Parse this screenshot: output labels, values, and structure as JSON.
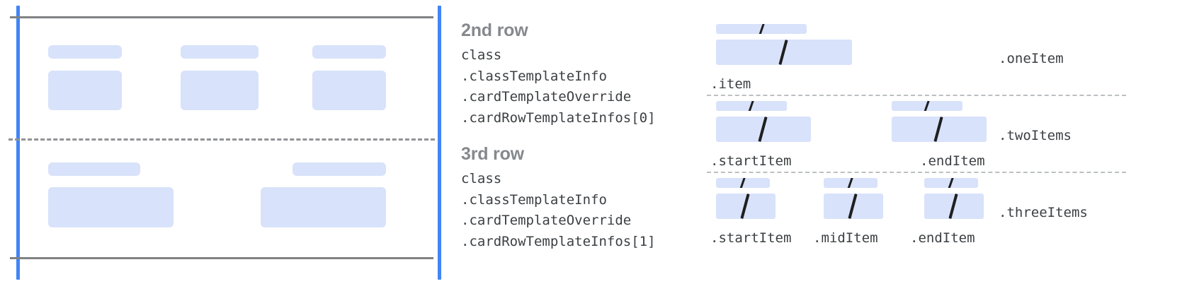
{
  "left_panel": {
    "name": "card-row-preview",
    "guides": {
      "vertical_color": "#4285f4",
      "horizontal_color": "#808183",
      "divider_color": "#909295",
      "placeholder_color": "#d8e2fa"
    },
    "rows": [
      {
        "name": "second-row",
        "cells": [
          {
            "label_w": 104,
            "body_w": 104
          },
          {
            "label_w": 110,
            "body_w": 110
          },
          {
            "label_w": 104,
            "body_w": 104
          }
        ]
      },
      {
        "name": "third-row",
        "cells": [
          {
            "label_w": 130,
            "body_w": 177
          },
          {
            "label_w": 132,
            "body_w": 177
          }
        ]
      }
    ]
  },
  "mid_column": {
    "blocks": [
      {
        "title": "2nd row",
        "code_lines": [
          "class",
          ".classTemplateInfo",
          ".cardTemplateOverride",
          ".cardRowTemplateInfos[0]"
        ]
      },
      {
        "title": "3rd row",
        "code_lines": [
          "class",
          ".classTemplateInfo",
          ".cardTemplateOverride",
          ".cardRowTemplateInfos[1]"
        ]
      }
    ]
  },
  "right_panel": {
    "rows": [
      {
        "row_label": ".oneItem",
        "items": [
          {
            "label": ".item"
          }
        ]
      },
      {
        "row_label": ".twoItems",
        "items": [
          {
            "label": ".startItem"
          },
          {
            "label": ".endItem"
          }
        ]
      },
      {
        "row_label": ".threeItems",
        "items": [
          {
            "label": ".startItem"
          },
          {
            "label": ".midItem"
          },
          {
            "label": ".endItem"
          }
        ]
      }
    ]
  },
  "colors": {
    "accent_blue": "#4285f4",
    "placeholder_blue": "#d8e2fa",
    "rule_gray": "#808183",
    "title_gray": "#85898d",
    "code_gray": "#3c4043"
  }
}
